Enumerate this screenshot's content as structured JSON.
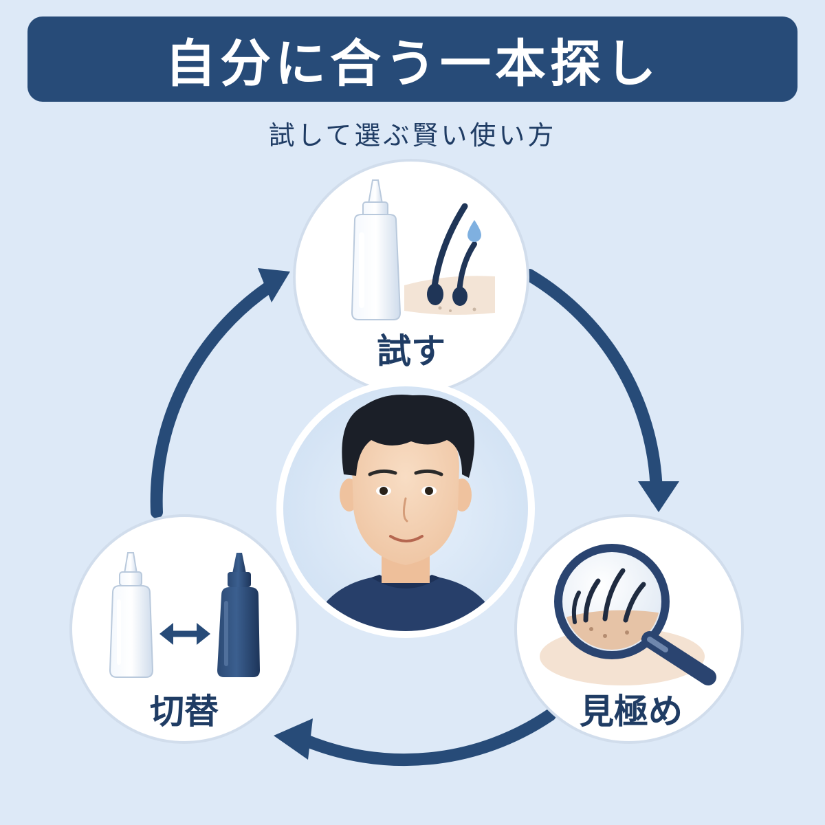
{
  "header": {
    "title": "自分に合う一本探し",
    "subtitle": "試して選ぶ賢い使い方"
  },
  "cycle": {
    "steps": [
      {
        "label": "試す",
        "icon": "bottle-and-hair-icon"
      },
      {
        "label": "見極め",
        "icon": "magnifier-scalp-icon"
      },
      {
        "label": "切替",
        "icon": "bottle-swap-icon"
      }
    ],
    "center_icon": "man-portrait-icon"
  },
  "colors": {
    "navy": "#274b78",
    "background": "#dde9f7",
    "circle_fill": "#ffffff"
  }
}
